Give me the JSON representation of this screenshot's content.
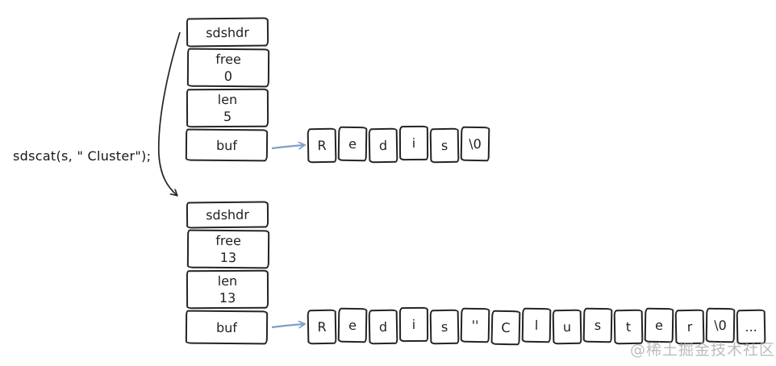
{
  "label": {
    "text": "sdscat(s, \" Cluster\");"
  },
  "structs": {
    "before": {
      "title": "sdshdr",
      "fields": [
        {
          "name": "free",
          "value": "0"
        },
        {
          "name": "len",
          "value": "5"
        }
      ],
      "pointer": "buf"
    },
    "after": {
      "title": "sdshdr",
      "fields": [
        {
          "name": "free",
          "value": "13"
        },
        {
          "name": "len",
          "value": "13"
        }
      ],
      "pointer": "buf"
    }
  },
  "buffers": {
    "before": {
      "cells": [
        "R",
        "e",
        "d",
        "i",
        "s",
        "\\0"
      ]
    },
    "after": {
      "cells": [
        "R",
        "e",
        "d",
        "i",
        "s",
        "''",
        "C",
        "l",
        "u",
        "s",
        "t",
        "e",
        "r",
        "\\0",
        "..."
      ]
    }
  },
  "watermark": {
    "text": "@稀土掘金技术社区"
  },
  "colors": {
    "ink": "#242424",
    "pointer_arrow": "#7f9fc8",
    "watermark": "#a5a5a5"
  }
}
